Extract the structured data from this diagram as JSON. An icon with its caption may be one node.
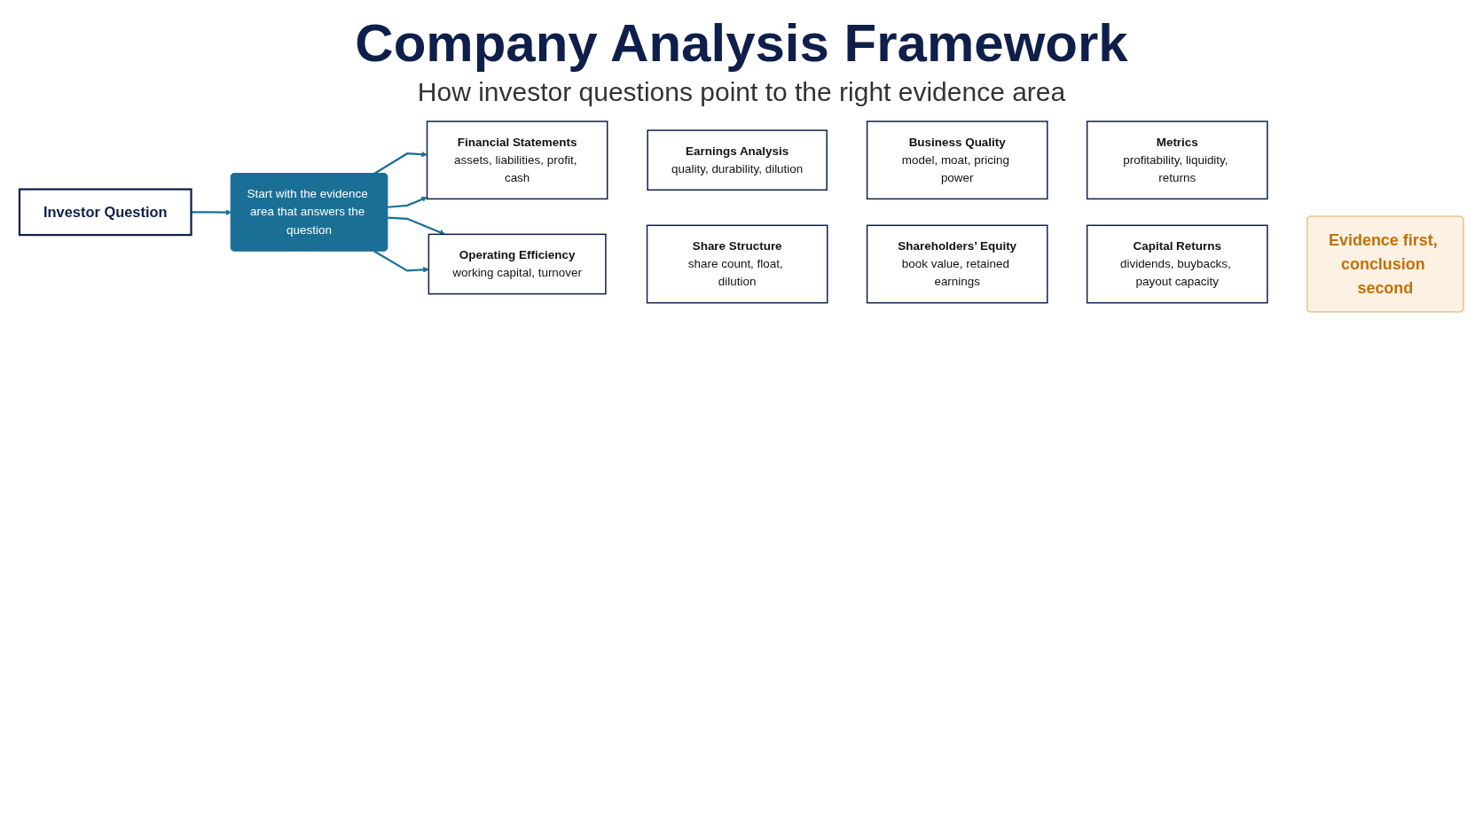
{
  "diagram": {
    "title": "Company Analysis Framework",
    "nodes": [
      {
        "text": [
          "Investor Question"
        ]
      },
      {
        "text": [
          "Start with the evidence area that answers the question"
        ]
      },
      {
        "text": [
          "Financial Statements",
          "assets, liabilities, profit, cash"
        ]
      },
      {
        "text": [
          "Earnings Analysis",
          "quality, durability, dilution"
        ]
      },
      {
        "text": [
          "Business Quality",
          "model, moat, pricing power"
        ]
      },
      {
        "text": [
          "Metrics",
          "profitability, liquidity, returns"
        ]
      },
      {
        "text": [
          "Operating Efficiency",
          "working capital, turnover"
        ]
      },
      {
        "text": [
          "Share Structure",
          "share count, float, dilution"
        ]
      },
      {
        "text": [
          "Shareholders’ Equity",
          "book value, retained earnings"
        ]
      },
      {
        "text": [
          "Capital Returns",
          "dividends, buybacks, payout capacity"
        ]
      },
      {
        "text": [
          "Evidence first, conclusion second"
        ]
      }
    ],
    "edges": [
      {
        "from": 0,
        "to": 1,
        "arrow": "to"
      },
      {
        "from": 1,
        "to": 2,
        "arrow": "to"
      },
      {
        "from": 1,
        "to": 2,
        "arrow": "to"
      },
      {
        "from": 1,
        "to": 6,
        "arrow": "to"
      },
      {
        "from": 1,
        "to": 6,
        "arrow": "to"
      }
    ],
    "labels": [
      "How investor questions point to the right evidence area"
    ]
  }
}
